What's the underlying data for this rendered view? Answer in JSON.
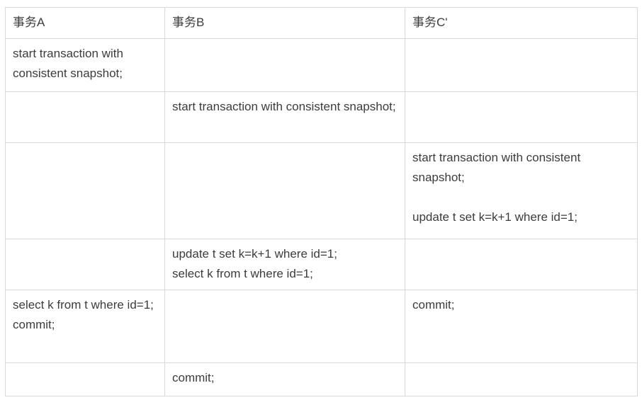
{
  "colors": {
    "background": "#ffffff",
    "border": "#d9d9d9",
    "text": "#3c3c3c"
  },
  "table": {
    "columns": [
      {
        "label": "事务A"
      },
      {
        "label": "事务B"
      },
      {
        "label": "事务C'"
      }
    ],
    "rows": [
      {
        "cells": [
          "start transaction with consistent snapshot;",
          "",
          ""
        ]
      },
      {
        "cells": [
          "",
          "start transaction with consistent snapshot;",
          ""
        ]
      },
      {
        "cells": [
          "",
          "",
          "start transaction with consistent snapshot;\n\nupdate t set k=k+1 where id=1;"
        ]
      },
      {
        "cells": [
          "",
          "update t set k=k+1 where id=1;\nselect k from t where id=1;",
          ""
        ]
      },
      {
        "cells": [
          "select k from t where id=1;\ncommit;",
          "",
          "commit;"
        ]
      },
      {
        "cells": [
          "",
          "commit;",
          ""
        ]
      }
    ]
  }
}
